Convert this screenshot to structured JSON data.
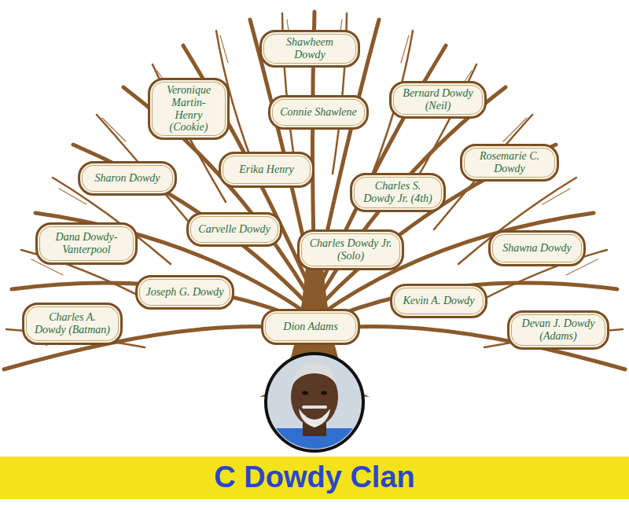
{
  "diagram": {
    "title": "C Dowdy Clan",
    "nodes": [
      {
        "text": [
          "Shawheem Dowdy"
        ]
      },
      {
        "text": [
          "Veronique Martin-Henry (Cookie)"
        ]
      },
      {
        "text": [
          "Connie Shawlene"
        ]
      },
      {
        "text": [
          "Bernard Dowdy (Neil)"
        ]
      },
      {
        "text": [
          "Sharon Dowdy"
        ]
      },
      {
        "text": [
          "Erika Henry"
        ]
      },
      {
        "text": [
          "Rosemarie C. Dowdy"
        ]
      },
      {
        "text": [
          "Charles S. Dowdy Jr. (4th)"
        ]
      },
      {
        "text": [
          "Dana Dowdy-Vanterpool"
        ]
      },
      {
        "text": [
          "Carvelle Dowdy"
        ]
      },
      {
        "text": [
          "Charles Dowdy Jr. (Solo)"
        ]
      },
      {
        "text": [
          "Shawna Dowdy"
        ]
      },
      {
        "text": [
          "Joseph G. Dowdy"
        ]
      },
      {
        "text": [
          "Kevin A. Dowdy"
        ]
      },
      {
        "text": [
          "Charles A. Dowdy (Batman)"
        ]
      },
      {
        "text": [
          "Dion Adams"
        ]
      },
      {
        "text": [
          "Devan J. Dowdy (Adams)"
        ]
      }
    ]
  }
}
